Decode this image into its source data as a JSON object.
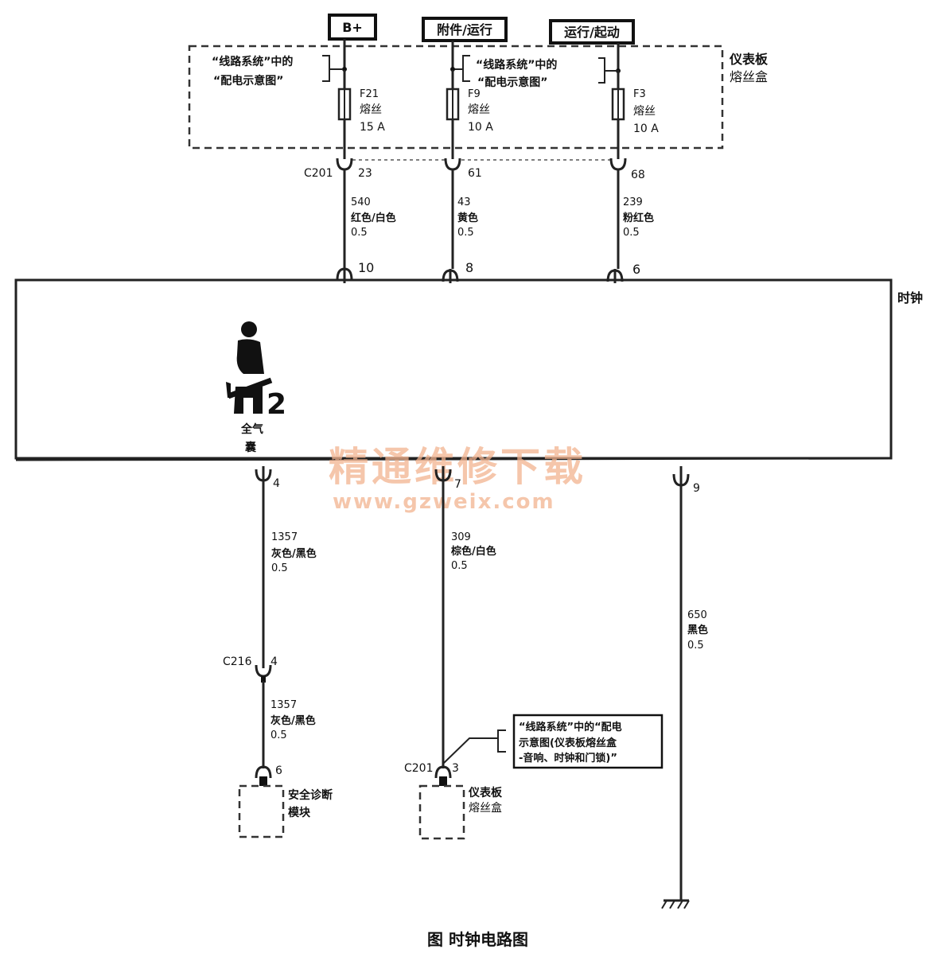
{
  "power": {
    "b_plus": "B+",
    "acc_run": "附件/运行",
    "run_crank": "运行/起动"
  },
  "fuse_box": {
    "label_l1": "仪表板",
    "label_l2": "熔丝盒"
  },
  "ref_dist": {
    "l1": "“线路系统”中的",
    "l2": "“配电示意图”"
  },
  "fuses": [
    {
      "name": "F21",
      "type": "熔丝",
      "rating": "15 A"
    },
    {
      "name": "F9",
      "type": "熔丝",
      "rating": "10 A"
    },
    {
      "name": "F3",
      "type": "熔丝",
      "rating": "10 A"
    }
  ],
  "c201_top": {
    "connector": "C201",
    "pins": [
      "23",
      "61",
      "68"
    ]
  },
  "wires_top": [
    {
      "circuit": "540",
      "color": "红色/白色",
      "size": "0.5"
    },
    {
      "circuit": "43",
      "color": "黄色",
      "size": "0.5"
    },
    {
      "circuit": "239",
      "color": "粉红色",
      "size": "0.5"
    }
  ],
  "clock_pins_top": [
    "10",
    "8",
    "6"
  ],
  "clock": {
    "label": "时钟",
    "airbag_line1": "全气",
    "airbag_line2": "囊"
  },
  "clock_pins_bottom": [
    "4",
    "7",
    "9"
  ],
  "wires_bottom": [
    {
      "circuit": "1357",
      "color": "灰色/黑色",
      "size": "0.5"
    },
    {
      "circuit": "309",
      "color": "棕色/白色",
      "size": "0.5"
    },
    {
      "circuit": "650",
      "color": "黑色",
      "size": "0.5"
    }
  ],
  "c216": {
    "connector": "C216",
    "pin": "4"
  },
  "wire_lower": {
    "circuit": "1357",
    "color": "灰色/黑色",
    "size": "0.5"
  },
  "sdm": {
    "pin": "6",
    "l1": "安全诊断",
    "l2": "模块"
  },
  "c201_bottom": {
    "connector": "C201",
    "pin": "3"
  },
  "ipfb": {
    "l1": "仪表板",
    "l2": "熔丝盒"
  },
  "ref_box": {
    "l1": "“线路系统”中的“配电",
    "l2": "示意图(仪表板熔丝盒",
    "l3": "-音响、时钟和门锁)”"
  },
  "watermark": {
    "cn": "精通维修下载",
    "url": "www.gzweix.com"
  },
  "caption": "图  时钟电路图"
}
